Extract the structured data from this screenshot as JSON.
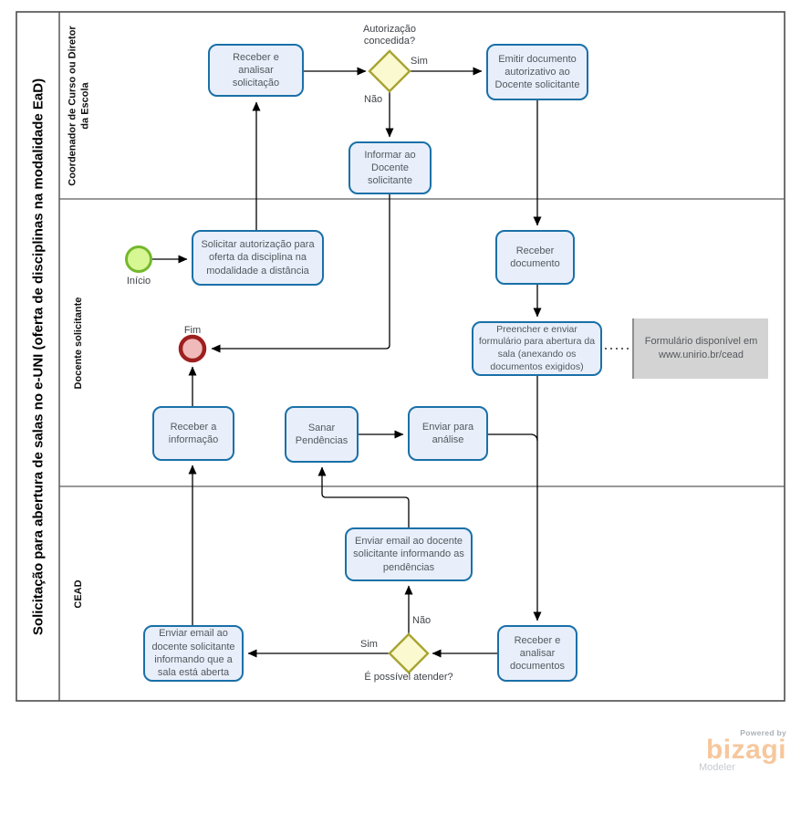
{
  "pool": {
    "title": "Solicitação para abertura de salas no e-UNI (oferta de disciplinas na modalidade EaD)",
    "lanes": [
      {
        "label": "Coordenador de Curso ou Diretor da Escola"
      },
      {
        "label": "Docente  solicitante"
      },
      {
        "label": "CEAD"
      }
    ]
  },
  "events": {
    "start": {
      "label": "Início"
    },
    "end": {
      "label": "Fim"
    }
  },
  "tasks": {
    "t1": {
      "label": "Receber  e analisar solicitação"
    },
    "t2": {
      "label": "Emitir documento autorizativo ao Docente solicitante"
    },
    "t3": {
      "label": "Informar ao Docente solicitante"
    },
    "t4": {
      "label": "Solicitar autorização para oferta da disciplina na modalidade a distância"
    },
    "t5": {
      "label": "Receber documento"
    },
    "t6": {
      "label": "Preencher e enviar formulário para abertura da sala (anexando os documentos exigidos)"
    },
    "t7": {
      "label": "Receber a informação"
    },
    "t8": {
      "label": "Sanar Pendências"
    },
    "t9": {
      "label": "Enviar para análise"
    },
    "t10": {
      "label": "Enviar email ao docente solicitante informando as pendências"
    },
    "t11": {
      "label": "Enviar email ao docente solicitante informando que a sala está aberta"
    },
    "t12": {
      "label": "Receber e analisar documentos"
    }
  },
  "gateways": {
    "g1": {
      "label": "Autorização concedida?",
      "yes": "Sim",
      "no": "Não"
    },
    "g2": {
      "label": "É possível atender?",
      "yes": "Sim",
      "no": "Não"
    }
  },
  "annotation": {
    "text": "Formulário disponível em www.unirio.br/cead"
  },
  "branding": {
    "powered_by": "Powered by",
    "name": "bizagi",
    "product": "Modeler"
  },
  "colors": {
    "task_fill": "#e8effa",
    "task_border": "#1a70a8",
    "gateway_fill": "#fbf9d0",
    "gateway_border": "#a8a432",
    "start_fill": "#d7f694",
    "start_border": "#74b82d",
    "end_fill": "#f0babb",
    "end_border": "#9e1f1f",
    "annotation_fill": "#d3d3d3",
    "connector": "#000000",
    "pool_border": "#4d4d4d",
    "brand_orange": "#f6c79d"
  }
}
